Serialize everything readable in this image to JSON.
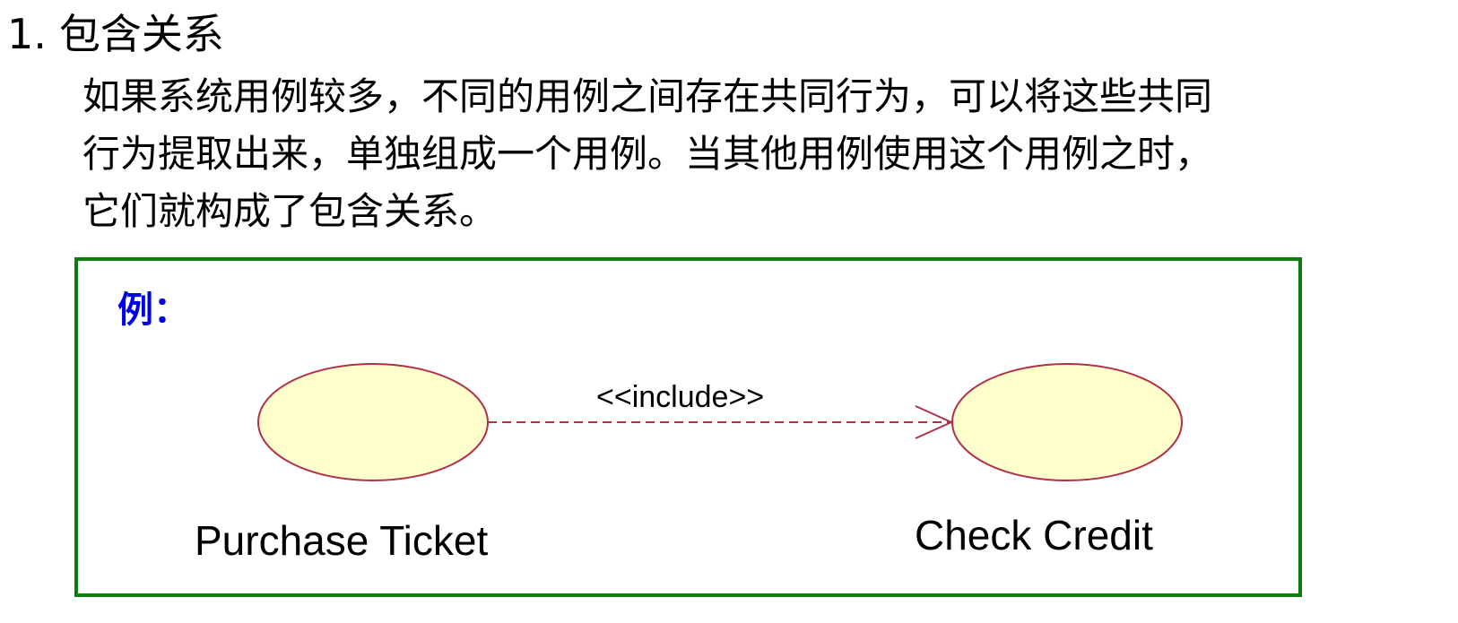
{
  "heading": {
    "number": "1.",
    "title": "包含关系"
  },
  "paragraph": {
    "lines": [
      "如果系统用例较多，不同的用例之间存在共同行为，可以将这些共同",
      "行为提取出来，单独组成一个用例。当其他用例使用这个用例之时，",
      "它们就构成了包含关系。"
    ]
  },
  "example": {
    "label": "例：",
    "border_color": "#0a7d0a",
    "label_color": "#0000ee",
    "diagram": {
      "use_cases": [
        {
          "name": "Purchase Ticket",
          "fill": "#ffffcc",
          "stroke": "#b0304a"
        },
        {
          "name": "Check Credit",
          "fill": "#ffffcc",
          "stroke": "#b0304a"
        }
      ],
      "relationship": {
        "stereotype": "<<include>>",
        "from": "Purchase Ticket",
        "to": "Check Credit",
        "line_style": "dashed",
        "color": "#b0304a"
      }
    }
  }
}
